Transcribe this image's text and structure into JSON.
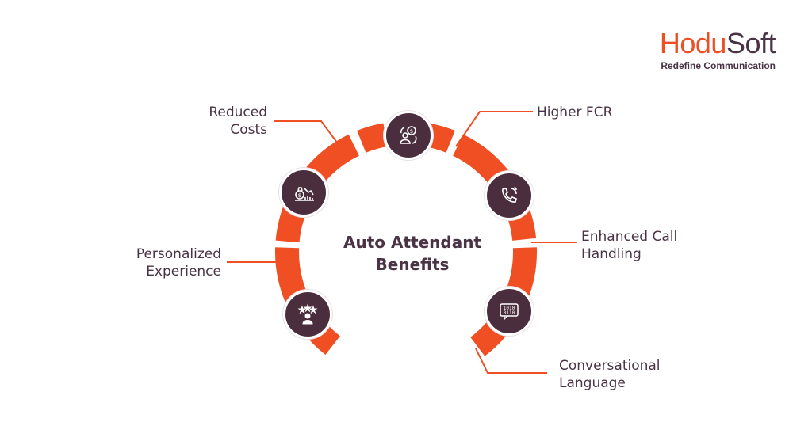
{
  "logo": {
    "part1": "Hodu",
    "part2": "Soft",
    "tagline": "Redefine Communication"
  },
  "title": {
    "line1": "Auto Attendant",
    "line2": "Benefits"
  },
  "benefits": [
    {
      "line1": "Reduced",
      "line2": "Costs",
      "icon": "money-down-icon"
    },
    {
      "line1": "Higher FCR",
      "line2": "",
      "icon": "person-dollar-icon"
    },
    {
      "line1": "Enhanced Call",
      "line2": "Handling",
      "icon": "phone-call-icon"
    },
    {
      "line1": "Personalized",
      "line2": "Experience",
      "icon": "person-stars-icon"
    },
    {
      "line1": "Conversational",
      "line2": "Language",
      "icon": "binary-chat-icon"
    }
  ],
  "colors": {
    "accent": "#f04e23",
    "dark": "#4b2e3e",
    "text": "#4a3344"
  }
}
